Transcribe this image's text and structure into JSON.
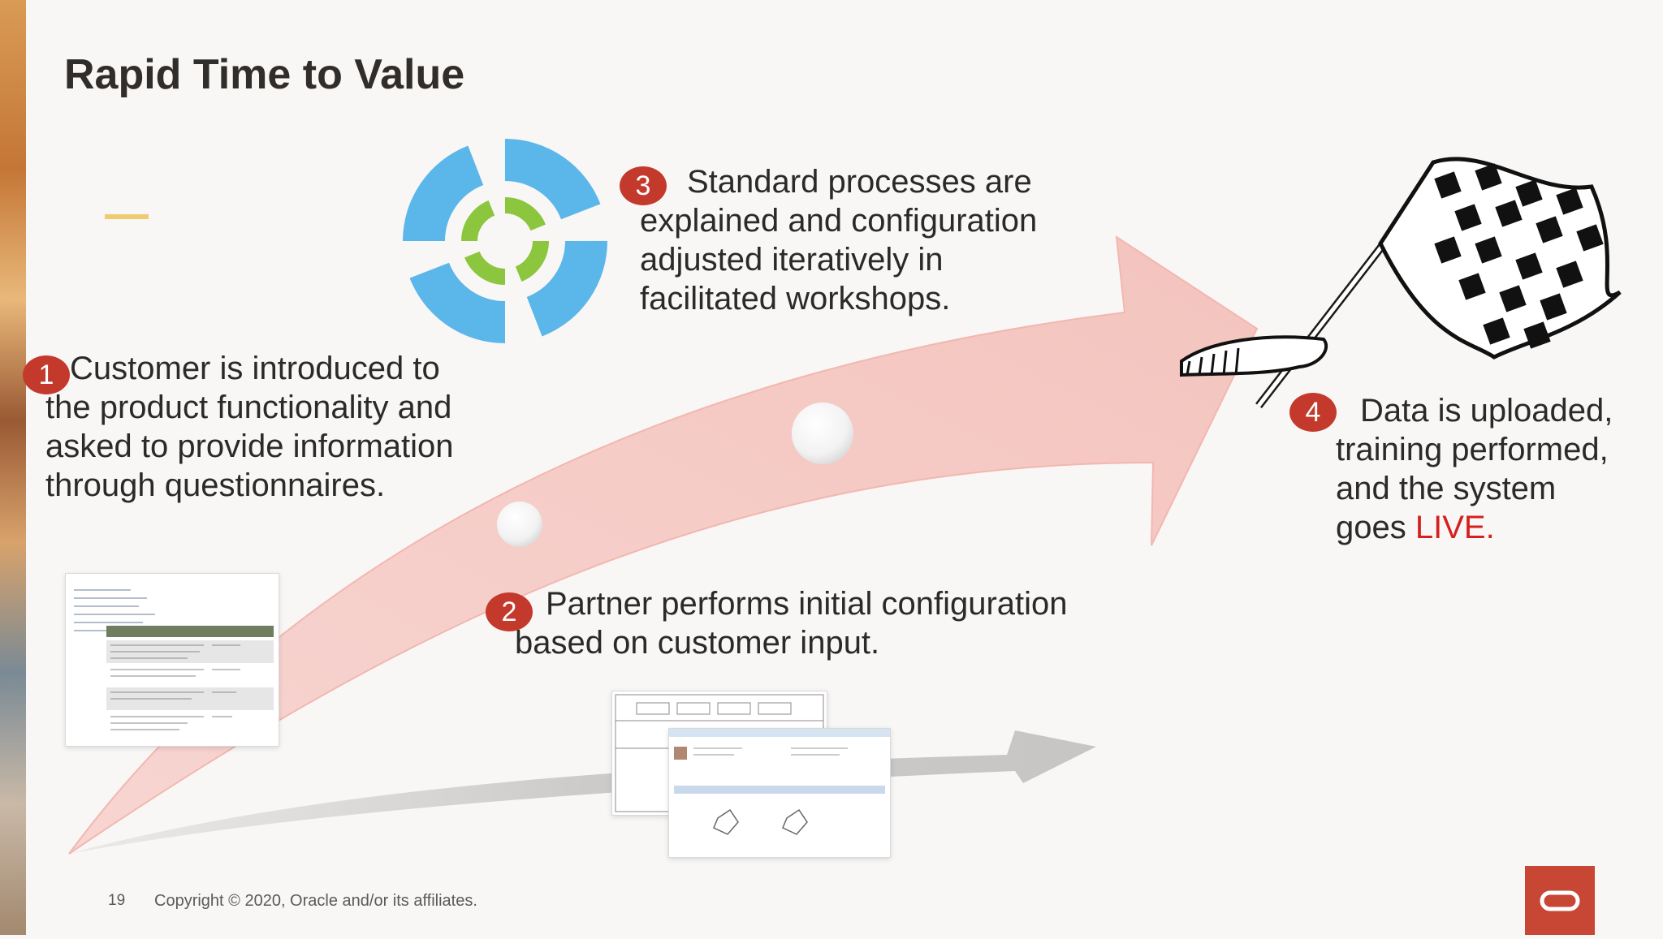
{
  "slide": {
    "title": "Rapid Time to Value",
    "colors": {
      "accent_bar": "#f0cc71",
      "badge": "#c33a2c",
      "live": "#d3211f",
      "arrow": "#f5c9c4",
      "oracle_red": "#c74634"
    }
  },
  "steps": [
    {
      "number": "1",
      "text": "Customer is introduced to the product functionality and asked to provide information through questionnaires."
    },
    {
      "number": "2",
      "text": "Partner performs initial configuration based on customer input."
    },
    {
      "number": "3",
      "text": "Standard processes are explained and configuration adjusted iteratively in facilitated workshops."
    },
    {
      "number": "4",
      "text_before": "Data is uploaded, training performed, and the system goes ",
      "text_highlight": "LIVE."
    }
  ],
  "icons": {
    "cycle": "iterative-cycle-icon",
    "flag": "checkered-flag-icon",
    "oracle": "oracle-logo-icon"
  },
  "footer": {
    "page_number": "19",
    "copyright": "Copyright © 2020, Oracle and/or its affiliates."
  }
}
